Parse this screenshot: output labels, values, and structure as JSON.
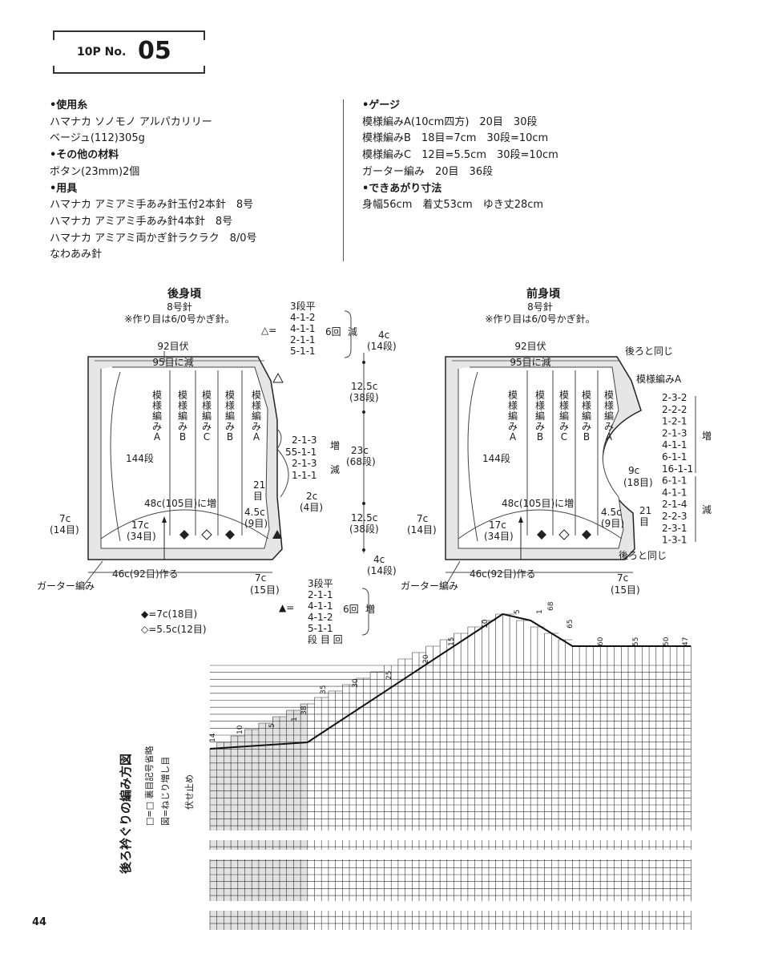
{
  "header": {
    "prefix": "10P No.",
    "number": "05"
  },
  "materials": {
    "items": [
      {
        "head": "•使用糸",
        "lines": [
          "ハマナカ ソノモノ アルパカリリー",
          "ベージュ(112)305g"
        ]
      },
      {
        "head": "•その他の材料",
        "lines": [
          "ボタン(23mm)2個"
        ]
      },
      {
        "head": "•用具",
        "lines": [
          "ハマナカ アミアミ手あみ針玉付2本針　8号",
          "ハマナカ アミアミ手あみ針4本針　8号",
          "ハマナカ アミアミ両かぎ針ラクラク　8/0号",
          "なわあみ針"
        ]
      }
    ]
  },
  "specs": {
    "items": [
      {
        "head": "•ゲージ",
        "lines": [
          "模様編みA(10cm四方)　20目　30段",
          "模様編みB　18目=7cm　30段=10cm",
          "模様編みC　12目=5.5cm　30段=10cm",
          "ガーター編み　20目　36段"
        ]
      },
      {
        "head": "•できあがり寸法",
        "lines": [
          "身幅56cm　着丈53cm　ゆき丈28cm"
        ]
      }
    ]
  },
  "back": {
    "title": "後身頃",
    "needle": "8号針",
    "note": "※作り目は6/0号かぎ針。",
    "top_bind": "92目伏",
    "dec95": "95目に減",
    "rows144": "144段",
    "pattern_cols": [
      "模様編みA",
      "模様編みB",
      "模様編みC",
      "模様編みB",
      "模様編みA"
    ],
    "inc48": "48c(105目)に増",
    "left7c": "7c",
    "left14": "(14目)",
    "mid17": "17c",
    "mid34": "(34目)",
    "cast": "46c(92目)作る",
    "garter": "ガーター編み",
    "bot7c": "7c",
    "bot15": "(15目)",
    "r45": "4.5c",
    "r9": "(9目)",
    "r21": "21",
    "rme": "目",
    "r2c": "2c",
    "r4": "(4目)",
    "mid_seq": [
      "2-1-3",
      "55-1-1",
      "2-1-3",
      "1-1-1"
    ],
    "inc": "増",
    "dec": "減",
    "tri_top": {
      "label": "△=",
      "lines": [
        "3段平",
        "4-1-2",
        "4-1-1",
        "2-1-1",
        "5-1-1"
      ],
      "times": "6回",
      "kind": "減"
    },
    "tri_bot": {
      "label": "▲=",
      "lines": [
        "3段平",
        "2-1-1",
        "4-1-1",
        "4-1-2",
        "5-1-1",
        "段 目 回"
      ],
      "times": "6回",
      "kind": "増"
    },
    "legend": [
      "◆=7c(18目)",
      "◇=5.5c(12目)"
    ]
  },
  "center_dims": [
    "4c",
    "(14段)",
    "12.5c",
    "(38段)",
    "23c",
    "(68段)",
    "12.5c",
    "(38段)",
    "4c",
    "(14段)"
  ],
  "front": {
    "title": "前身頃",
    "needle": "8号針",
    "note": "※作り目は6/0号かぎ針。",
    "top_bind": "92目伏",
    "dec95": "95目に減",
    "rows144": "144段",
    "pattern_cols": [
      "模様編みA",
      "模様編みB",
      "模様編みC",
      "模様編みB",
      "模様編みA"
    ],
    "same_back": "後ろと同じ",
    "patternA": "模様編みA",
    "neck_seq": [
      "2-3-2",
      "2-2-2",
      "1-2-1",
      "2-1-3",
      "4-1-1",
      "6-1-1",
      "16-1-1",
      "6-1-1",
      "4-1-1",
      "2-1-4",
      "2-2-3",
      "2-3-1",
      "1-3-1"
    ],
    "inc": "増",
    "dec": "減",
    "nine_c": "9c",
    "eighteen": "(18目)",
    "inc48": "48c(105目)に増",
    "left7c": "7c",
    "left14": "(14目)",
    "mid17": "17c",
    "mid34": "(34目)",
    "cast": "46c(92目)作る",
    "garter": "ガーター編み",
    "r45": "4.5c",
    "r9": "(9目)",
    "r21": "21",
    "rme": "目",
    "same_back2": "後ろと同じ",
    "bot7c": "7c",
    "bot15": "(15目)"
  },
  "chart": {
    "title": "後ろ衿ぐりの編み方図",
    "legend": [
      "□=□ 裏目記号省略",
      "図=ねじり増し目"
    ],
    "bind_off": "伏せ止め",
    "top_numbers": [
      "14",
      "10",
      "5",
      "1",
      "38",
      "35",
      "30",
      "25",
      "20",
      "15",
      "10",
      "5",
      "1",
      "68",
      "65",
      "60",
      "55",
      "50",
      "47"
    ]
  },
  "page_number": "44"
}
